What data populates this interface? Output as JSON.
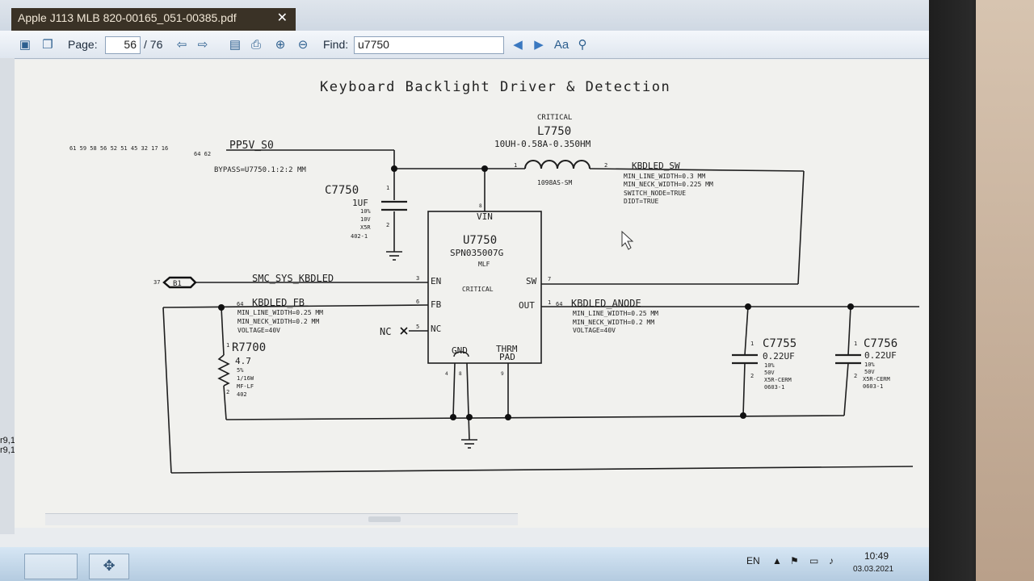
{
  "window": {
    "tab_title": "Apple J113 MLB 820-00165_051-00385.pdf",
    "tab_close": "✕"
  },
  "toolbar": {
    "page_label": "Page:",
    "page_current": "56",
    "page_total": "/ 76",
    "find_label": "Find:",
    "find_value": "u7750"
  },
  "left_panel": {
    "line1": "r9,1",
    "line2": "r9,1"
  },
  "schematic": {
    "title": "Keyboard Backlight Driver & Detection",
    "rail_refs": "61 59 58 56 52 51 45 32 17 16",
    "rail_refs2": "64 62",
    "rail_name": "PP5V_S0",
    "bypass": "BYPASS=U7750.1:2:2 MM",
    "inductor": {
      "critical": "CRITICAL",
      "ref": "L7750",
      "value": "10UH-0.58A-0.350HM",
      "part": "1098AS-SM",
      "pin1": "1",
      "pin2": "2"
    },
    "sw_net": {
      "name": "KBDLED_SW",
      "l1": "MIN_LINE_WIDTH=0.3 MM",
      "l2": "MIN_NECK_WIDTH=0.225 MM",
      "l3": "SWITCH_NODE=TRUE",
      "l4": "DIDT=TRUE"
    },
    "c7750": {
      "ref": "C7750",
      "value": "1UF",
      "l1": "10%",
      "l2": "10V",
      "l3": "X5R",
      "l4": "402-1",
      "pin1": "1",
      "pin2": "2"
    },
    "ic": {
      "ref": "U7750",
      "part": "SPN035007G",
      "pkg": "MLF",
      "critical": "CRITICAL",
      "vin": "VIN",
      "en": "EN",
      "fb": "FB",
      "nc": "NC",
      "sw": "SW",
      "out": "OUT",
      "gnd": "GND",
      "thrm": "THRM",
      "pad": "PAD",
      "pin_vin": "8",
      "pin_en": "3",
      "pin_fb": "6",
      "pin_nc": "5",
      "pin_sw": "7",
      "pin_out": "1",
      "pin_gnd1": "4",
      "pin_gnd2": "8",
      "pin_thrm": "9"
    },
    "smc": {
      "ref": "37",
      "offpage": "B1",
      "name": "SMC_SYS_KBDLED"
    },
    "fb_net": {
      "ref": "64",
      "name": "KBDLED_FB",
      "l1": "MIN_LINE_WIDTH=0.25 MM",
      "l2": "MIN_NECK_WIDTH=0.2 MM",
      "l3": "VOLTAGE=40V"
    },
    "nc_label": "NC",
    "anode_net": {
      "ref": "64",
      "name": "KBDLED_ANODE",
      "l1": "MIN_LINE_WIDTH=0.25 MM",
      "l2": "MIN_NECK_WIDTH=0.2 MM",
      "l3": "VOLTAGE=40V"
    },
    "r7700": {
      "ref": "R7700",
      "value": "4.7",
      "l1": "5%",
      "l2": "1/16W",
      "l3": "MF-LF",
      "l4": "402",
      "pin1": "1",
      "pin2": "2"
    },
    "c7755": {
      "ref": "C7755",
      "value": "0.22UF",
      "l1": "10%",
      "l2": "50V",
      "l3": "X5R-CERM",
      "l4": "0603-1",
      "pin1": "1",
      "pin2": "2"
    },
    "c7756": {
      "ref": "C7756",
      "value": "0.22UF",
      "l1": "10%",
      "l2": "50V",
      "l3": "X5R-CERM",
      "l4": "0603-1",
      "pin1": "1",
      "pin2": "2"
    }
  },
  "taskbar": {
    "lang": "EN",
    "time": "10:49",
    "date": "03.03.2021"
  },
  "icons": [
    "save-icon",
    "print-icon",
    "prev-page-icon",
    "next-page-icon",
    "zoom-in-icon",
    "zoom-out-icon",
    "find-prev-icon",
    "find-next-icon",
    "binoculars-icon",
    "mouse-cursor-icon"
  ]
}
